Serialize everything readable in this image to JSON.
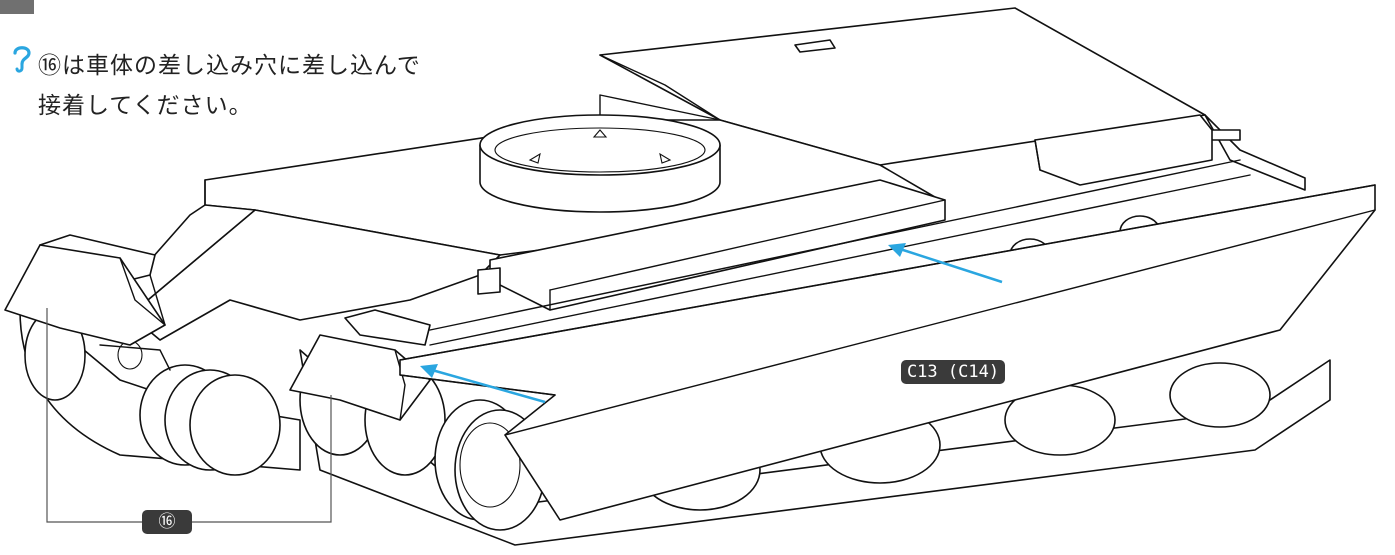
{
  "instruction": {
    "icon": "question-hook-icon",
    "line1": "⑯は車体の差し込み穴に差し込んで",
    "line2": "接着してください。"
  },
  "labels": {
    "side_plate_part": "C13 (C14)",
    "front_part": "⑯"
  },
  "colors": {
    "arrow": "#2aa6e0",
    "tag_bg": "#3a3a3a",
    "tag_text": "#ffffff",
    "line": "#111111",
    "icon": "#2aa6e0"
  }
}
